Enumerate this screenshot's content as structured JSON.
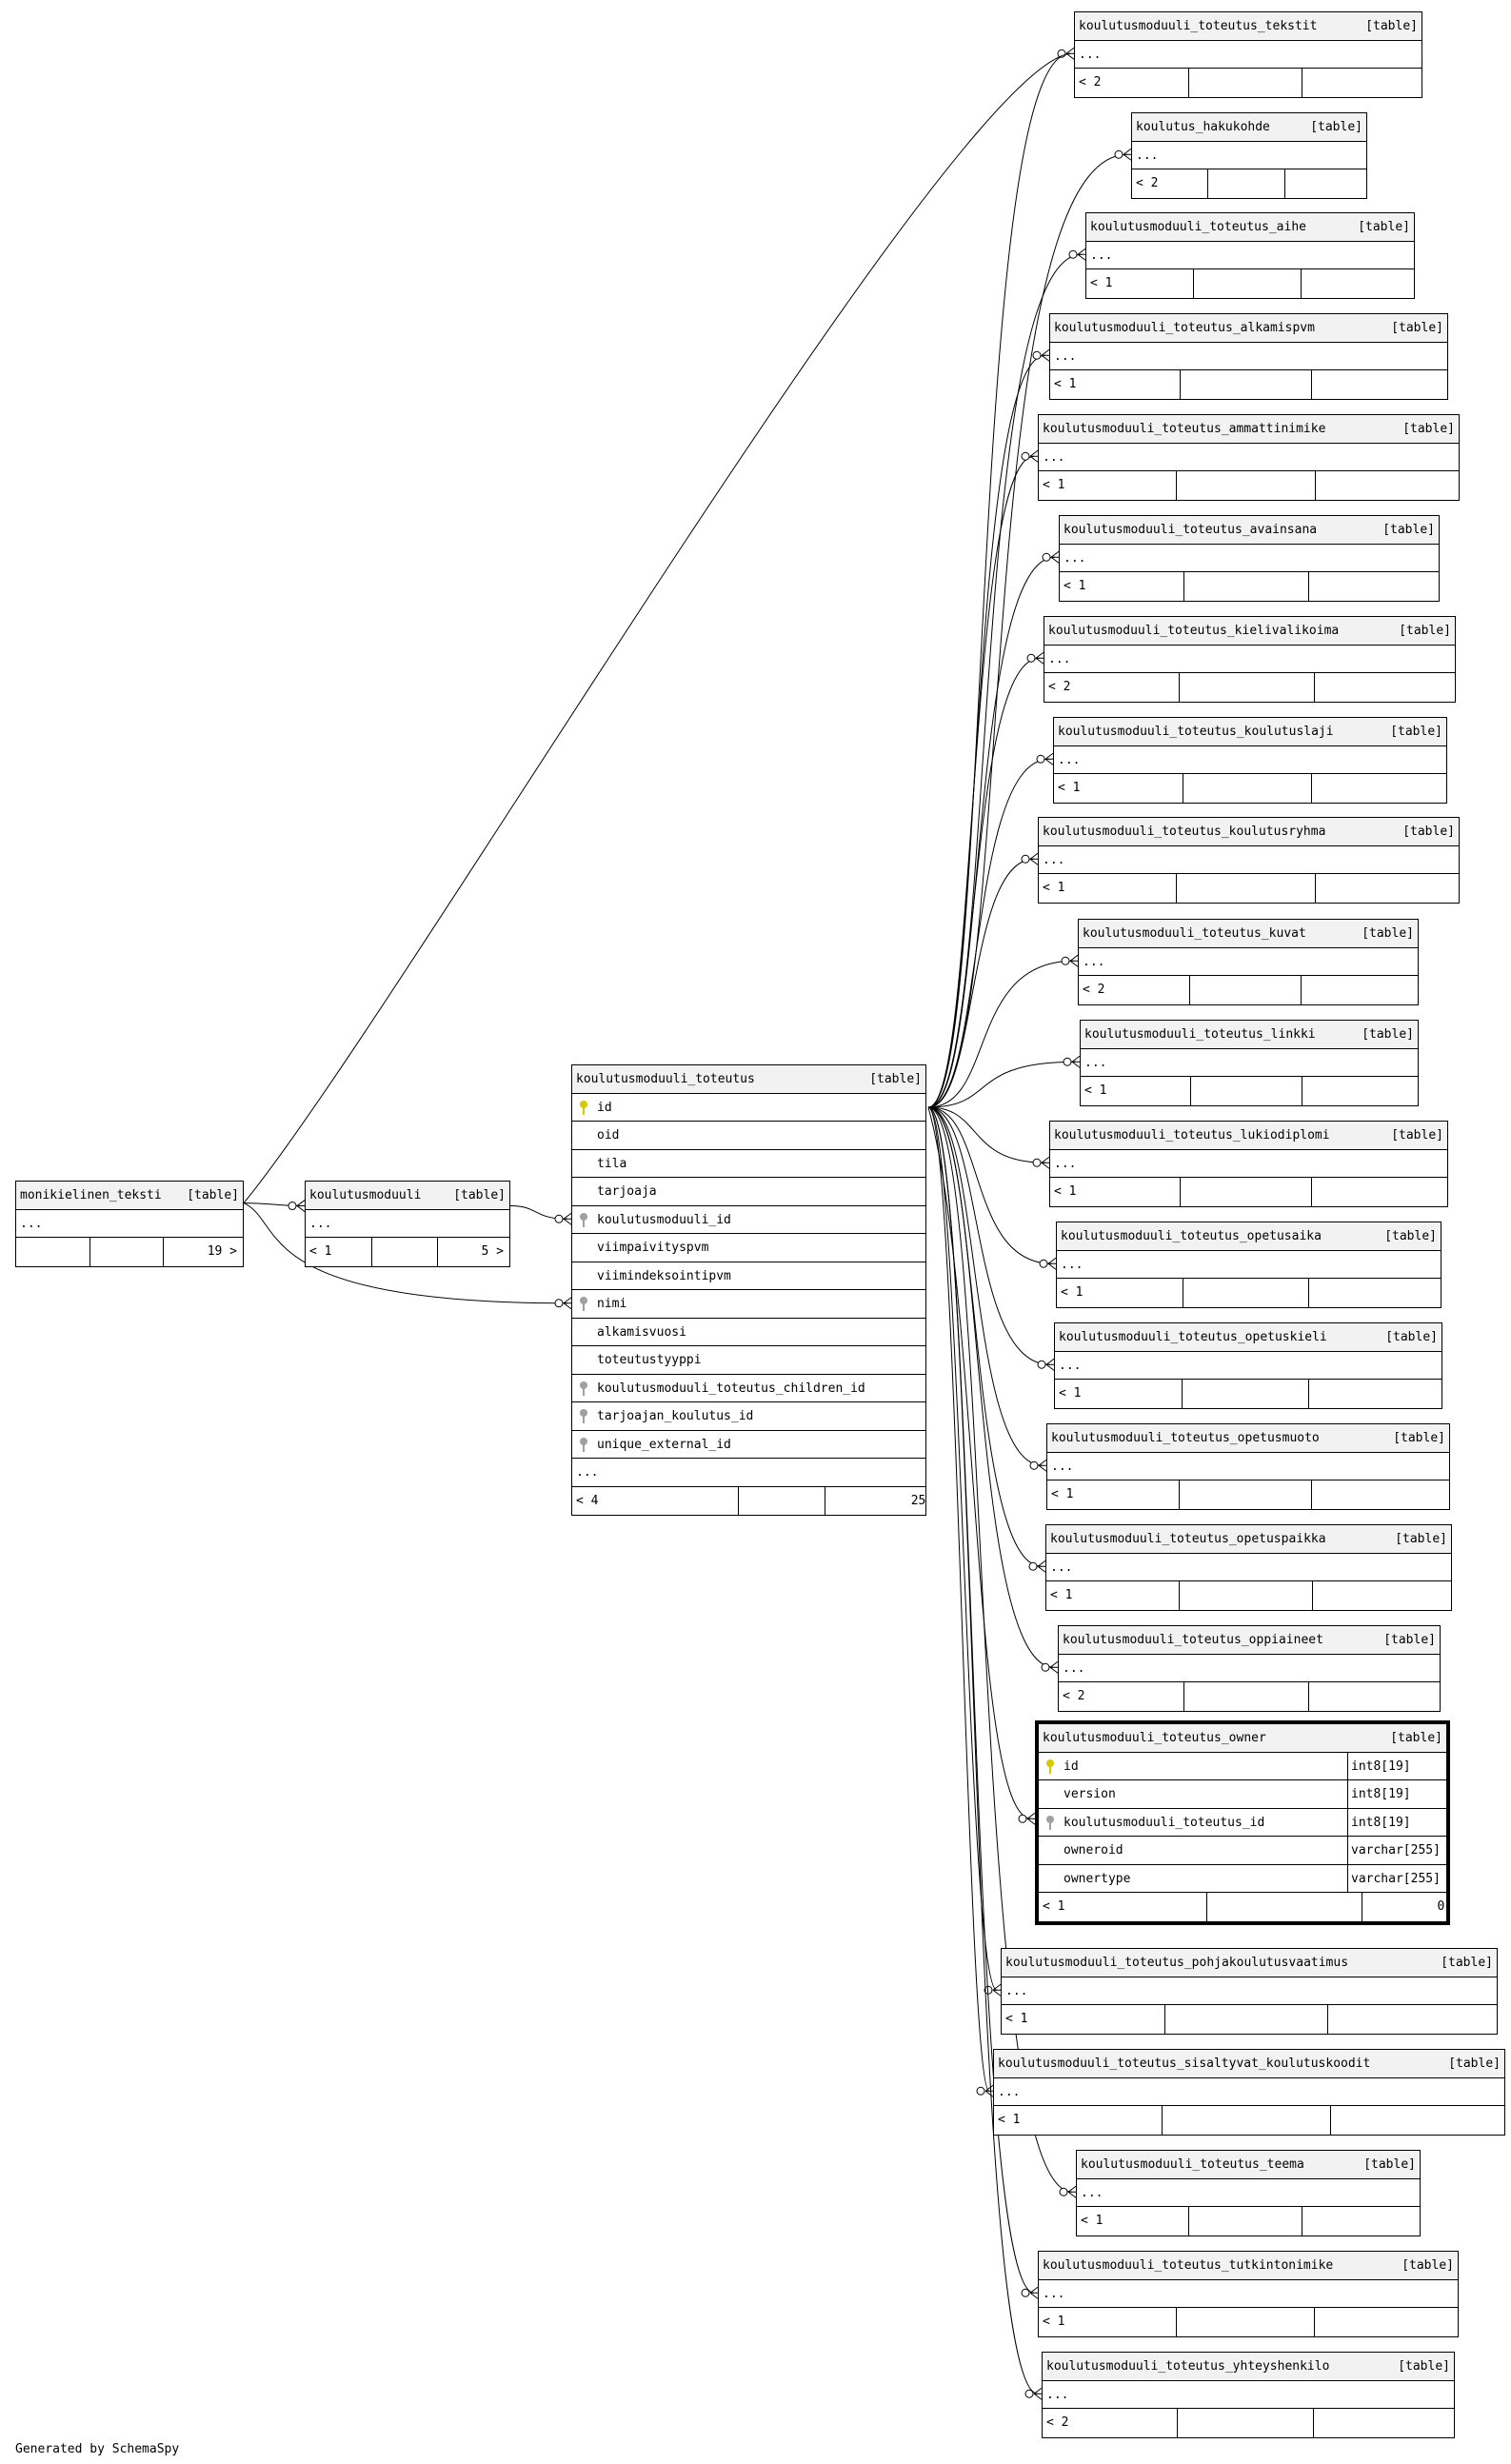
{
  "diagram": {
    "footer": "Generated by SchemaSpy",
    "table_tag": "[table]",
    "ellipsis": "...",
    "focus_table": {
      "name": "koulutusmoduuli_toteutus_owner",
      "columns": [
        {
          "name": "id",
          "type": "int8[19]",
          "key": "pk"
        },
        {
          "name": "version",
          "type": "int8[19]",
          "key": ""
        },
        {
          "name": "koulutusmoduuli_toteutus_id",
          "type": "int8[19]",
          "key": "fk"
        },
        {
          "name": "owneroid",
          "type": "varchar[255]",
          "key": ""
        },
        {
          "name": "ownertype",
          "type": "varchar[255]",
          "key": ""
        }
      ],
      "footer": [
        "< 1",
        "",
        "0 >"
      ]
    },
    "main_table": {
      "name": "koulutusmoduuli_toteutus",
      "columns": [
        {
          "name": "id",
          "key": "pk"
        },
        {
          "name": "oid",
          "key": ""
        },
        {
          "name": "tila",
          "key": ""
        },
        {
          "name": "tarjoaja",
          "key": ""
        },
        {
          "name": "koulutusmoduuli_id",
          "key": "fk"
        },
        {
          "name": "viimpaivityspvm",
          "key": ""
        },
        {
          "name": "viimindeksointipvm",
          "key": ""
        },
        {
          "name": "nimi",
          "key": "fk"
        },
        {
          "name": "alkamisvuosi",
          "key": ""
        },
        {
          "name": "toteutustyyppi",
          "key": ""
        },
        {
          "name": "koulutusmoduuli_toteutus_children_id",
          "key": "fk"
        },
        {
          "name": "tarjoajan_koulutus_id",
          "key": "fk"
        },
        {
          "name": "unique_external_id",
          "key": "fk"
        }
      ],
      "footer": [
        "< 4",
        "",
        "25 >"
      ]
    },
    "left_tables": [
      {
        "name": "monikielinen_teksti",
        "footer": [
          "",
          "",
          "19 >"
        ]
      },
      {
        "name": "koulutusmoduuli",
        "footer": [
          "< 1",
          "",
          "5 >"
        ]
      }
    ],
    "right_tables": [
      {
        "name": "koulutusmoduuli_toteutus_tekstit",
        "footer": [
          "< 2",
          "",
          ""
        ]
      },
      {
        "name": "koulutus_hakukohde",
        "footer": [
          "< 2",
          "",
          ""
        ]
      },
      {
        "name": "koulutusmoduuli_toteutus_aihe",
        "footer": [
          "< 1",
          "",
          ""
        ]
      },
      {
        "name": "koulutusmoduuli_toteutus_alkamispvm",
        "footer": [
          "< 1",
          "",
          ""
        ]
      },
      {
        "name": "koulutusmoduuli_toteutus_ammattinimike",
        "footer": [
          "< 1",
          "",
          ""
        ]
      },
      {
        "name": "koulutusmoduuli_toteutus_avainsana",
        "footer": [
          "< 1",
          "",
          ""
        ]
      },
      {
        "name": "koulutusmoduuli_toteutus_kielivalikoima",
        "footer": [
          "< 2",
          "",
          ""
        ]
      },
      {
        "name": "koulutusmoduuli_toteutus_koulutuslaji",
        "footer": [
          "< 1",
          "",
          ""
        ]
      },
      {
        "name": "koulutusmoduuli_toteutus_koulutusryhma",
        "footer": [
          "< 1",
          "",
          ""
        ]
      },
      {
        "name": "koulutusmoduuli_toteutus_kuvat",
        "footer": [
          "< 2",
          "",
          ""
        ]
      },
      {
        "name": "koulutusmoduuli_toteutus_linkki",
        "footer": [
          "< 1",
          "",
          ""
        ]
      },
      {
        "name": "koulutusmoduuli_toteutus_lukiodiplomi",
        "footer": [
          "< 1",
          "",
          ""
        ]
      },
      {
        "name": "koulutusmoduuli_toteutus_opetusaika",
        "footer": [
          "< 1",
          "",
          ""
        ]
      },
      {
        "name": "koulutusmoduuli_toteutus_opetuskieli",
        "footer": [
          "< 1",
          "",
          ""
        ]
      },
      {
        "name": "koulutusmoduuli_toteutus_opetusmuoto",
        "footer": [
          "< 1",
          "",
          ""
        ]
      },
      {
        "name": "koulutusmoduuli_toteutus_opetuspaikka",
        "footer": [
          "< 1",
          "",
          ""
        ]
      },
      {
        "name": "koulutusmoduuli_toteutus_oppiaineet",
        "footer": [
          "< 2",
          "",
          ""
        ]
      },
      {
        "name": "koulutusmoduuli_toteutus_pohjakoulutusvaatimus",
        "footer": [
          "< 1",
          "",
          ""
        ]
      },
      {
        "name": "koulutusmoduuli_toteutus_sisaltyvat_koulutuskoodit",
        "footer": [
          "< 1",
          "",
          ""
        ]
      },
      {
        "name": "koulutusmoduuli_toteutus_teema",
        "footer": [
          "< 1",
          "",
          ""
        ]
      },
      {
        "name": "koulutusmoduuli_toteutus_tutkintonimike",
        "footer": [
          "< 1",
          "",
          ""
        ]
      },
      {
        "name": "koulutusmoduuli_toteutus_yhteyshenkilo",
        "footer": [
          "< 2",
          "",
          ""
        ]
      }
    ]
  }
}
